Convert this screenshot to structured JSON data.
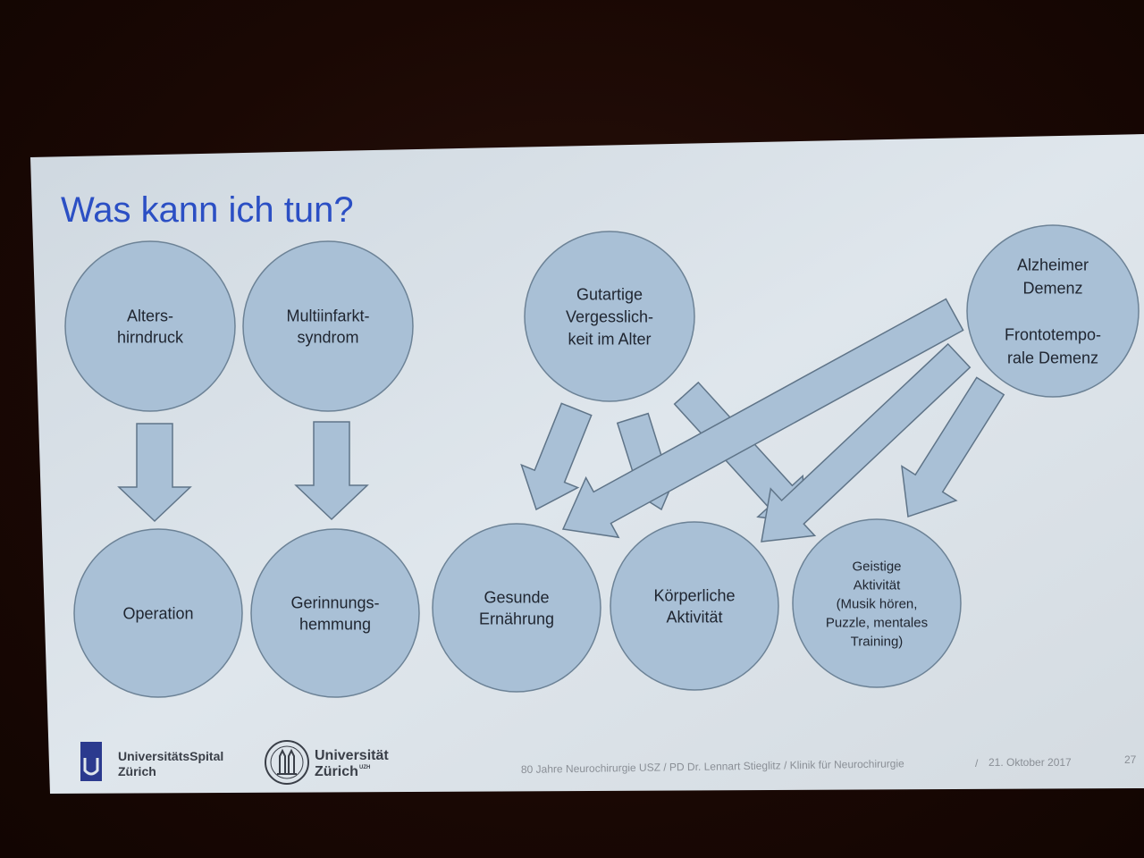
{
  "slide": {
    "title": "Was kann ich tun?",
    "colors": {
      "background": "#dde6ee",
      "title": "#2b4fc4",
      "node_fill": "#a9c0d6",
      "node_stroke": "#6c8296",
      "arrow_fill": "#a9c0d6",
      "arrow_stroke": "#5f7488",
      "text": "#1f2530",
      "footer_text": "#8a8f96",
      "logo_blue": "#2b3a8e"
    }
  },
  "nodes": [
    {
      "id": "altershirndruck",
      "lines": [
        "Alters-",
        "hirndruck"
      ]
    },
    {
      "id": "multiinfarktsyndrom",
      "lines": [
        "Multiinfarkt-",
        "syndrom"
      ]
    },
    {
      "id": "gutartige-vergesslichkeit",
      "lines": [
        "Gutartige",
        "Vergesslich-",
        "keit im Alter"
      ]
    },
    {
      "id": "alzheimer-demenz",
      "lines": [
        "Alzheimer",
        "Demenz",
        "",
        "Frontotempo-",
        "rale Demenz"
      ]
    },
    {
      "id": "operation",
      "lines": [
        "Operation"
      ]
    },
    {
      "id": "gerinnungshemmung",
      "lines": [
        "Gerinnungs-",
        "hemmung"
      ]
    },
    {
      "id": "gesunde-ernaehrung",
      "lines": [
        "Gesunde",
        "Ernährung"
      ]
    },
    {
      "id": "koerperliche-aktivitaet",
      "lines": [
        "Körperliche",
        "Aktivität"
      ]
    },
    {
      "id": "geistige-aktivitaet",
      "lines": [
        "Geistige",
        "Aktivität",
        "(Musik hören,",
        "Puzzle, mentales",
        "Training)"
      ]
    }
  ],
  "edges": [
    {
      "from": "altershirndruck",
      "to": "operation"
    },
    {
      "from": "multiinfarktsyndrom",
      "to": "gerinnungshemmung"
    },
    {
      "from": "gutartige-vergesslichkeit",
      "to": "gesunde-ernaehrung"
    },
    {
      "from": "gutartige-vergesslichkeit",
      "to": "koerperliche-aktivitaet"
    },
    {
      "from": "gutartige-vergesslichkeit",
      "to": "geistige-aktivitaet"
    },
    {
      "from": "alzheimer-demenz",
      "to": "gesunde-ernaehrung"
    },
    {
      "from": "alzheimer-demenz",
      "to": "koerperliche-aktivitaet"
    },
    {
      "from": "alzheimer-demenz",
      "to": "geistige-aktivitaet"
    }
  ],
  "footer": {
    "logo_usz_line1": "UniversitätsSpital",
    "logo_usz_line2": "Zürich",
    "logo_uzh_line1": "Universität",
    "logo_uzh_line2": "Zürich",
    "logo_uzh_sup": "UZH",
    "caption": "80 Jahre Neurochirurgie USZ / PD Dr. Lennart Stieglitz / Klinik für Neurochirurgie",
    "separator": "/",
    "date": "21. Oktober 2017",
    "page_number": "27"
  }
}
